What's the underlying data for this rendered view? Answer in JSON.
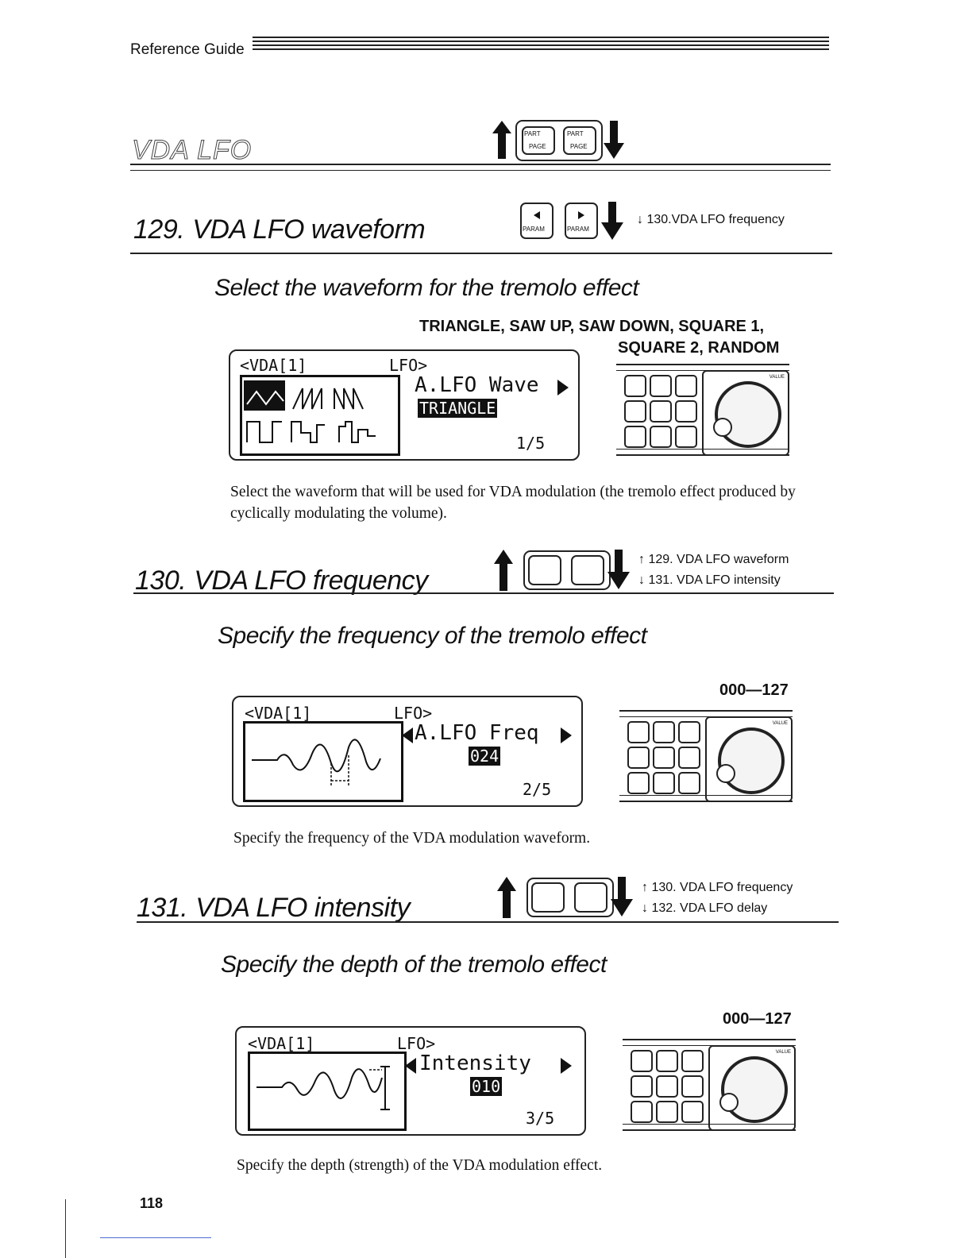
{
  "header": {
    "guide_label": "Reference Guide"
  },
  "chapter": {
    "title": "VDA LFO",
    "buttons": [
      "PART",
      "PAGE",
      "PART",
      "PAGE"
    ]
  },
  "param_keys": {
    "left": "PARAM",
    "right": "PARAM",
    "value": "VALUE"
  },
  "sections": [
    {
      "number": "129.",
      "title": "VDA LFO waveform",
      "nav_up": "",
      "nav_down": "↓ 130.VDA LFO frequency",
      "subtitle": "Select the waveform for the tremolo effect",
      "values_line1": "TRIANGLE, SAW UP, SAW DOWN, SQUARE 1,",
      "values_line2": "SQUARE 2, RANDOM",
      "lcd": {
        "head_left": "<VDA[1]",
        "head_right": "LFO>",
        "param": "A.LFO Wave",
        "value": "TRIANGLE",
        "page": "1/5"
      },
      "description": "Select the waveform that will be used for VDA modulation (the tremolo effect produced by cyclically modulating the volume)."
    },
    {
      "number": "130.",
      "title": "VDA LFO frequency",
      "nav_up": "↑ 129. VDA LFO waveform",
      "nav_down": "↓ 131. VDA LFO intensity",
      "subtitle": "Specify the frequency of the tremolo effect",
      "range": "000—127",
      "lcd": {
        "head_left": "<VDA[1]",
        "head_right": "LFO>",
        "param": "A.LFO Freq",
        "value": "024",
        "page": "2/5"
      },
      "description": "Specify the frequency of the VDA modulation waveform."
    },
    {
      "number": "131.",
      "title": "VDA LFO intensity",
      "nav_up": "↑ 130. VDA LFO frequency",
      "nav_down": "↓ 132. VDA LFO delay",
      "subtitle": "Specify the depth of the tremolo effect",
      "range": "000—127",
      "lcd": {
        "head_left": "<VDA[1]",
        "head_right": "LFO>",
        "param": "Intensity",
        "value": "010",
        "page": "3/5"
      },
      "description": "Specify the depth (strength) of the VDA modulation effect."
    }
  ],
  "footer": {
    "page_number": "118"
  }
}
